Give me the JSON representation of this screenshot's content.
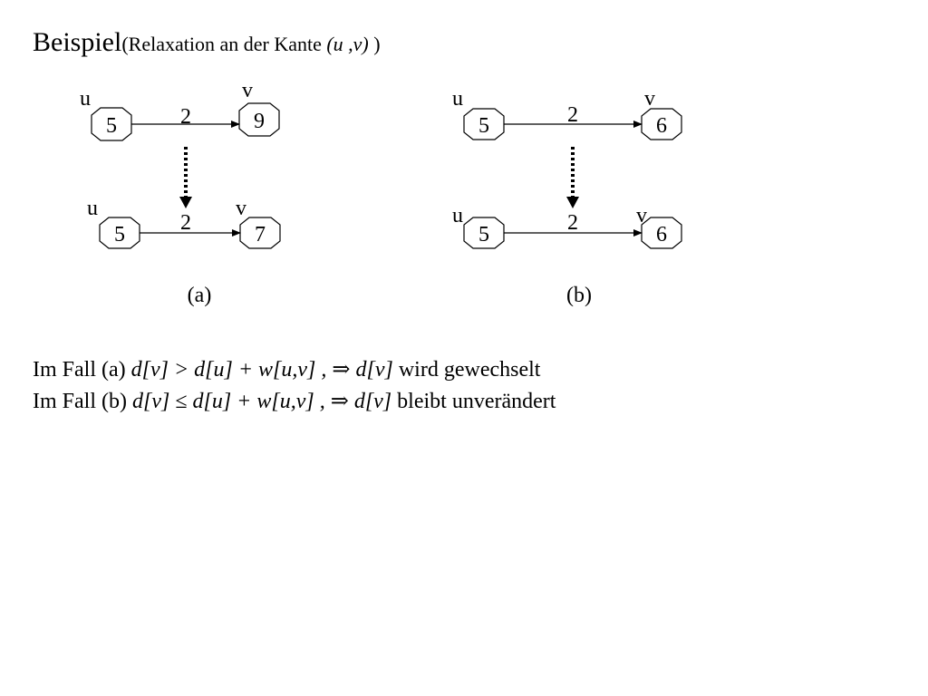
{
  "title": {
    "main": "Beispiel",
    "paren_open": "(Relaxation an der Kante ",
    "edge": "(u ,v)",
    "paren_close": " )"
  },
  "diagram_a": {
    "caption": "(a)",
    "top": {
      "u_label": "u",
      "v_label": "v",
      "u_value": "5",
      "v_value": "9",
      "weight": "2"
    },
    "bottom": {
      "u_label": "u",
      "v_label": "v",
      "u_value": "5",
      "v_value": "7",
      "weight": "2"
    }
  },
  "diagram_b": {
    "caption": "(b)",
    "top": {
      "u_label": "u",
      "v_label": "v",
      "u_value": "5",
      "v_value": "6",
      "weight": "2"
    },
    "bottom": {
      "u_label": "u",
      "v_label": "v",
      "u_value": "5",
      "v_value": "6",
      "weight": "2"
    }
  },
  "rules": {
    "case_a": {
      "prefix": "Im Fall (a) ",
      "condition": "d[v] > d[u] + w[u,v] ,",
      "implies": " ⇒ ",
      "target": "d[v]",
      "result": " wird gewechselt"
    },
    "case_b": {
      "prefix": "Im Fall (b) ",
      "condition": "d[v] ≤ d[u] + w[u,v] ,",
      "implies": " ⇒ ",
      "target": "d[v]",
      "result": " bleibt unverändert"
    }
  }
}
